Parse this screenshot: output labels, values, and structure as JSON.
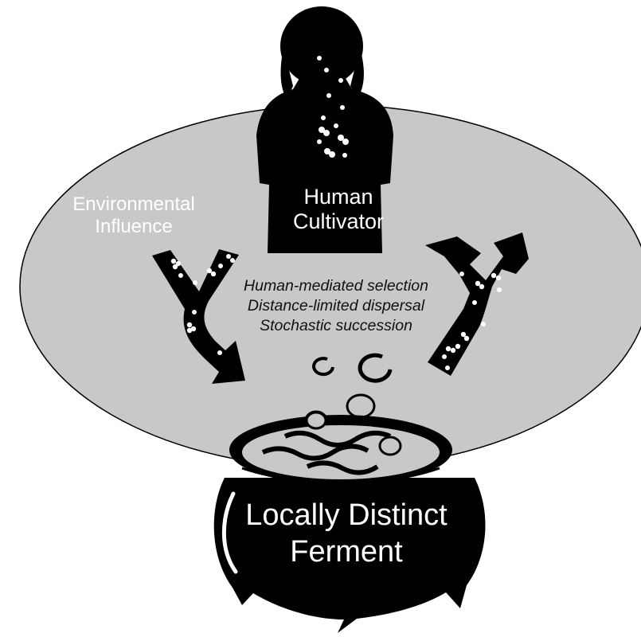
{
  "labels": {
    "environment": "Environmental Influence",
    "human": "Human Cultivator",
    "ferment": "Locally Distinct Ferment"
  },
  "processes": [
    "Human-mediated selection",
    "Distance-limited dispersal",
    "Stochastic succession"
  ],
  "colors": {
    "ellipse_fill": "#c8c8c8",
    "silhouette": "#000000",
    "microbe_dot": "#ffffff",
    "label_on_gray": "#ffffff"
  },
  "icons": [
    "person-silhouette-icon",
    "cauldron-icon",
    "forked-arrow-icon",
    "bubble-icon",
    "microbe-dot-icon"
  ]
}
